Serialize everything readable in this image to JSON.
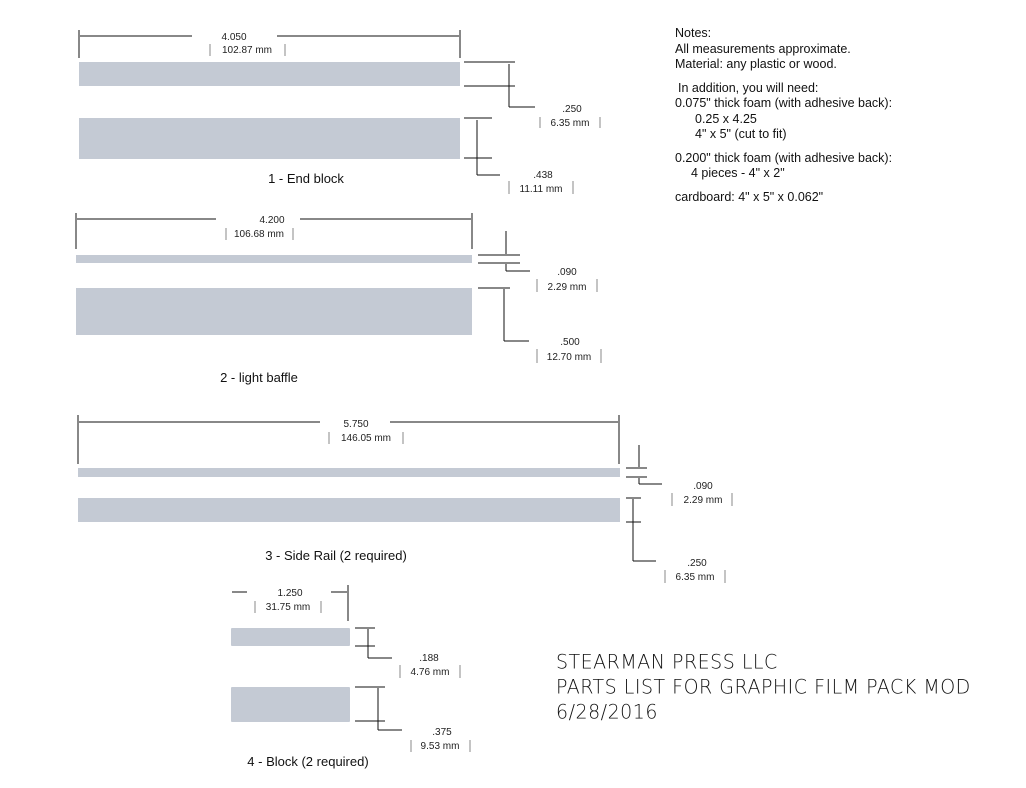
{
  "notes": {
    "heading": "Notes:",
    "lines": [
      "All measurements approximate.",
      "Material: any plastic or wood."
    ],
    "additional_heading": "In addition, you will need:",
    "foam_thin": {
      "label": "0.075\" thick foam (with adhesive back):",
      "items": [
        "0.25 x 4.25",
        "4\" x 5\" (cut to fit)"
      ]
    },
    "foam_thick": {
      "label": "0.200\" thick foam (with adhesive back):",
      "items": [
        "4 pieces - 4\" x 2\""
      ]
    },
    "cardboard": "cardboard: 4\" x 5\" x 0.062\""
  },
  "title_block": {
    "company": "Stearman Press LLC",
    "title": "Parts List for Graphic Film Pack Mod",
    "date": "6/28/2016"
  },
  "parts": [
    {
      "label": "1 - End block",
      "length": {
        "in": "4.050",
        "mm": "102.87 mm"
      },
      "thin": {
        "in": ".250",
        "mm": "6.35 mm"
      },
      "thick": {
        "in": ".438",
        "mm": "11.11 mm"
      }
    },
    {
      "label": "2 - light baffle",
      "length": {
        "in": "4.200",
        "mm": "106.68 mm"
      },
      "thin": {
        "in": ".090",
        "mm": "2.29 mm"
      },
      "thick": {
        "in": ".500",
        "mm": "12.70 mm"
      }
    },
    {
      "label": "3 - Side Rail (2 required)",
      "length": {
        "in": "5.750",
        "mm": "146.05 mm"
      },
      "thin": {
        "in": ".090",
        "mm": "2.29 mm"
      },
      "thick": {
        "in": ".250",
        "mm": "6.35 mm"
      }
    },
    {
      "label": "4 - Block (2 required)",
      "length": {
        "in": "1.250",
        "mm": "31.75 mm"
      },
      "thin": {
        "in": ".188",
        "mm": "4.76 mm"
      },
      "thick": {
        "in": ".375",
        "mm": "9.53 mm"
      }
    }
  ]
}
